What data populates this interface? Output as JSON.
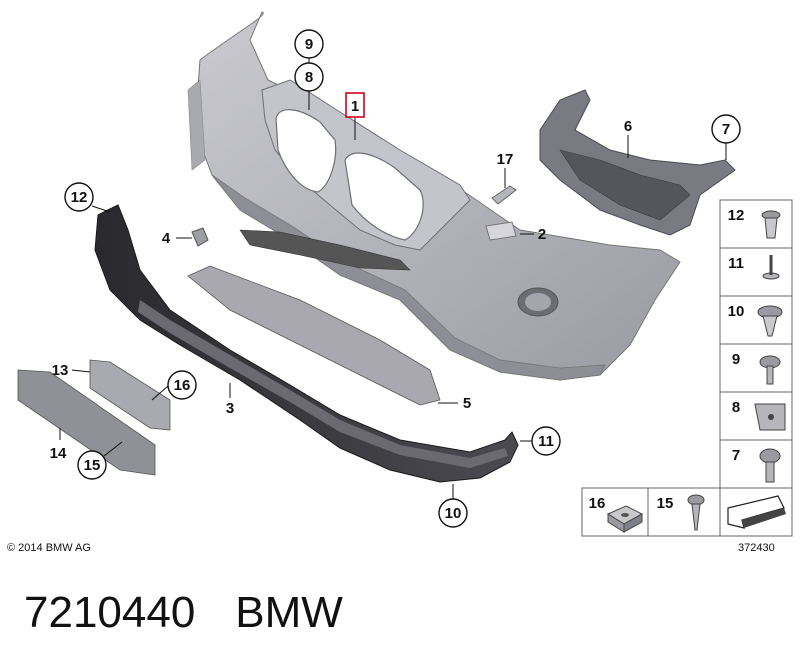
{
  "diagram": {
    "callouts": {
      "c1": "1",
      "c2": "2",
      "c3": "3",
      "c4": "4",
      "c5": "5",
      "c6": "6",
      "c7": "7",
      "c8": "8",
      "c9": "9",
      "c10": "10",
      "c11": "11",
      "c12": "12",
      "c13": "13",
      "c14": "14",
      "c15": "15",
      "c16": "16",
      "c17": "17"
    },
    "tray": {
      "t12": "12",
      "t11": "11",
      "t10": "10",
      "t9": "9",
      "t8": "8",
      "t7": "7",
      "t16": "16",
      "t15": "15"
    },
    "highlight_color": "#d0021b"
  },
  "copyright": "© 2014 BMW AG",
  "ref_number": "372430",
  "footer": {
    "part_number": "7210440",
    "brand": "BMW"
  }
}
